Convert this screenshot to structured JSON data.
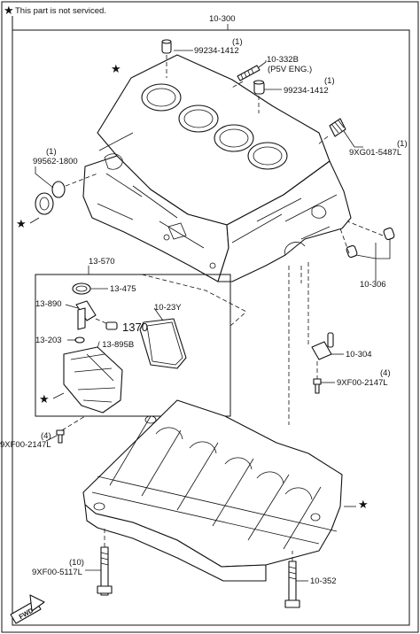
{
  "note": {
    "star": "★",
    "text": "This part is not serviced."
  },
  "labels": {
    "p10_300": "10-300",
    "p99234_top_qty": "(1)",
    "p99234_top": "99234-1412",
    "p10_332b": "10-332B",
    "p10_332b_note": "(P5V ENG.)",
    "p99234_mid_qty": "(1)",
    "p99234_mid": "99234-1412",
    "p9xg01_qty": "(1)",
    "p9xg01": "9XG01-5487L",
    "p99562_qty": "(1)",
    "p99562": "99562-1800",
    "p13_570": "13-570",
    "p13_475": "13-475",
    "p13_890": "13-890",
    "p10_23y": "10-23Y",
    "p1370": "1370",
    "p13_895b": "/ 13-895B",
    "p13_203": "13-203",
    "p10_306": "10-306",
    "p10_304": "10-304",
    "p9xf00_right_qty": "(4)",
    "p9xf00_right": "9XF00-2147L",
    "p9xf00_left_qty": "(4)",
    "p9xf00_left": "9XF00-2147L",
    "p9xf00_5117_qty": "(10)",
    "p9xf00_5117": "9XF00-5117L",
    "p10_352": "10-352",
    "fwd": "FWD"
  },
  "stars": [
    "★",
    "★",
    "★",
    "★"
  ]
}
